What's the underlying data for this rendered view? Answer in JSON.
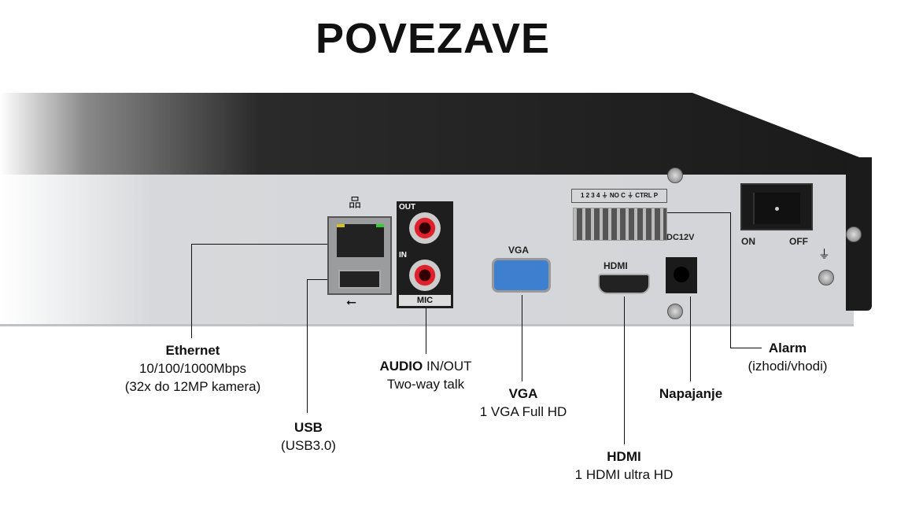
{
  "title": "POVEZAVE",
  "device_labels": {
    "out": "OUT",
    "in": "IN",
    "mic": "MIC",
    "vga": "VGA",
    "hdmi": "HDMI",
    "alarm_pins": "1 2 3 4 ⏚ NO C ⏚ CTRL P",
    "dc": "DC12V",
    "on": "ON",
    "off": "OFF"
  },
  "callouts": {
    "ethernet": {
      "title": "Ethernet",
      "line1": "10/100/1000Mbps",
      "line2": "(32x do 12MP kamera)"
    },
    "usb": {
      "title": "USB",
      "line1": "(USB3.0)"
    },
    "audio": {
      "title": "AUDIO",
      "title_rest": " IN/OUT",
      "line1": "Two-way talk"
    },
    "vga": {
      "title": "VGA",
      "line1": "1 VGA Full HD"
    },
    "hdmi": {
      "title": "HDMI",
      "line1": "1 HDMI ultra HD"
    },
    "power": {
      "title": "Napajanje"
    },
    "alarm": {
      "title": "Alarm",
      "line1": "(izhodi/vhodi)"
    }
  },
  "colors": {
    "vga": "#3f7fd0",
    "rca": "#e0202a",
    "body": "#1a1a1a",
    "panel": "#d2d4d7"
  }
}
